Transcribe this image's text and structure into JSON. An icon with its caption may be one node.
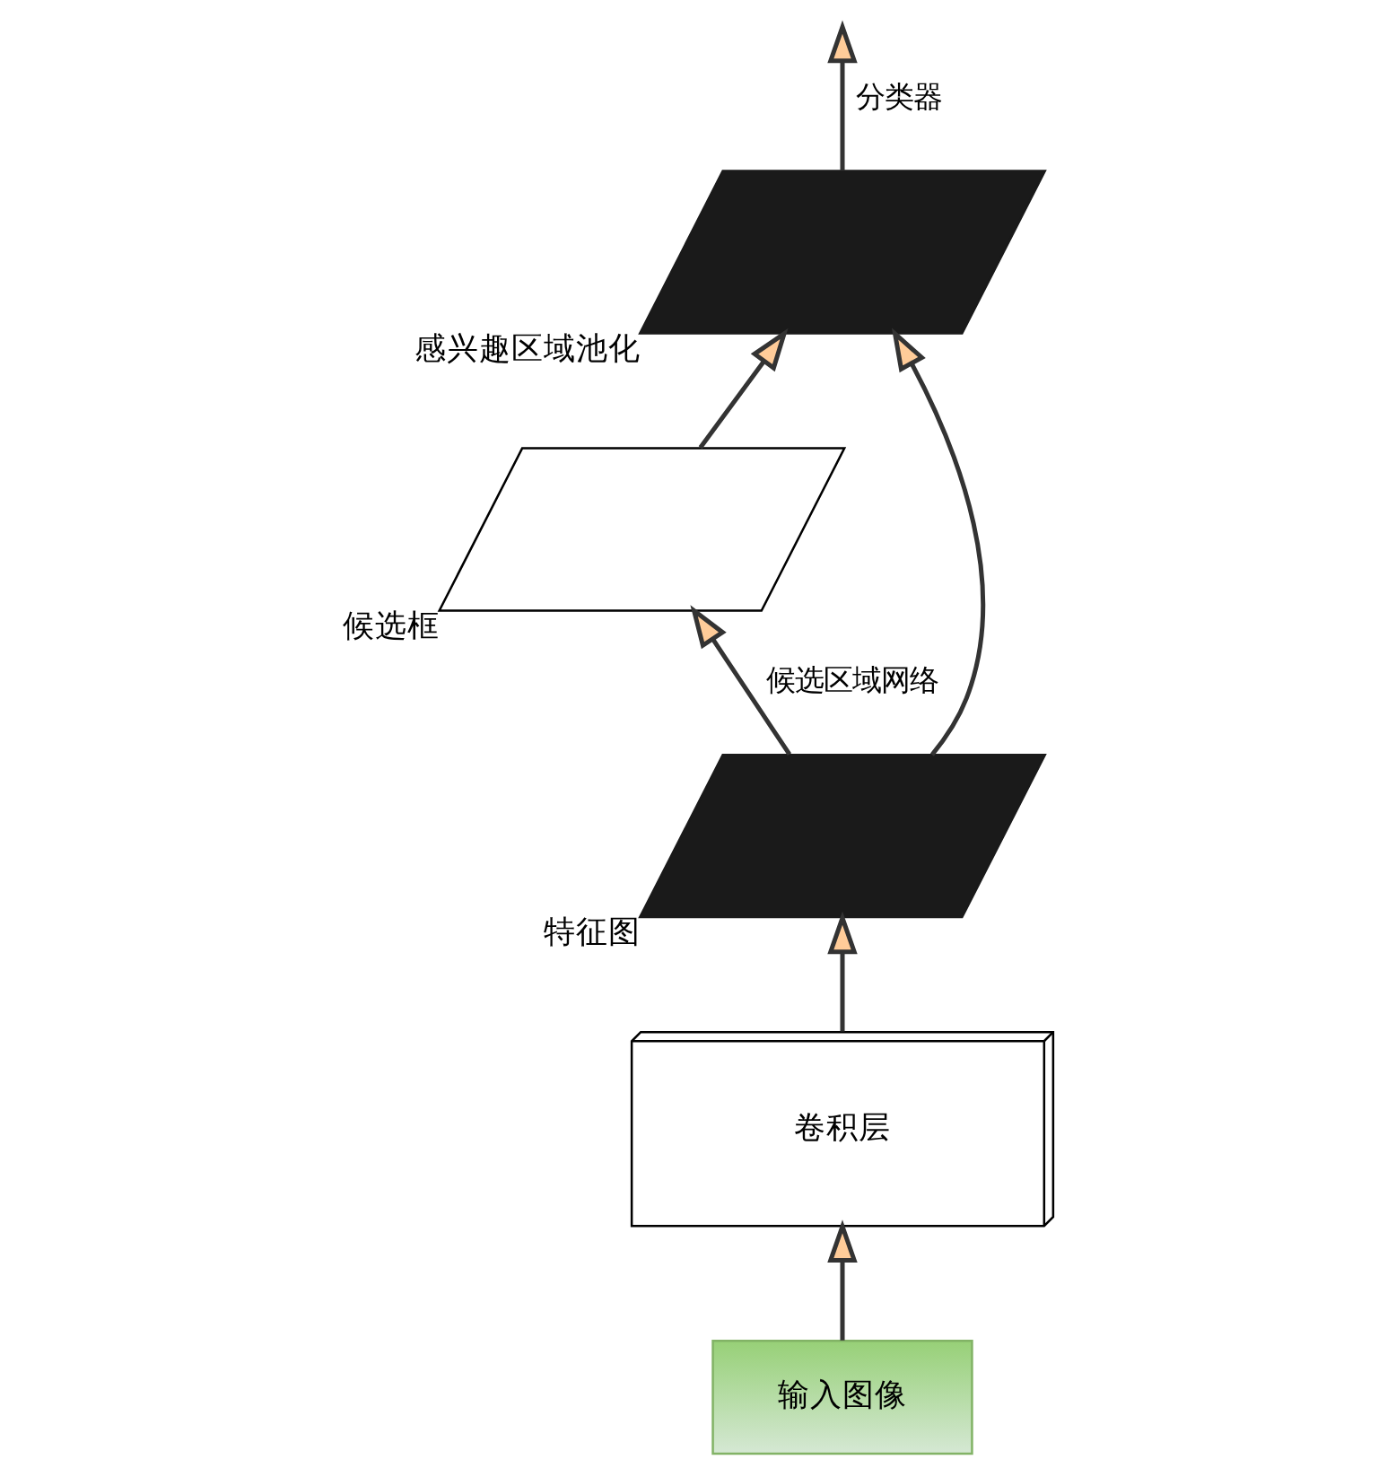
{
  "diagram": {
    "nodes": [
      {
        "text": [
          "输入图像"
        ]
      },
      {
        "text": [
          "卷积层"
        ]
      },
      {
        "text": [],
        "shape": "parallelogram",
        "beside": [
          "特征图"
        ]
      },
      {
        "text": [],
        "shape": "parallelogram",
        "beside": [
          "候选框"
        ]
      },
      {
        "text": [],
        "shape": "parallelogram",
        "beside": [
          "感兴趣区域池化"
        ]
      }
    ],
    "edges": [
      {
        "from": 0,
        "to": 1,
        "arrow": "to"
      },
      {
        "from": 1,
        "to": 2,
        "arrow": "to"
      },
      {
        "from": 2,
        "to": 3,
        "arrow": "to",
        "label": "候选区域网络"
      },
      {
        "from": 3,
        "to": 4,
        "arrow": "to"
      },
      {
        "from": 2,
        "to": 4,
        "arrow": "to"
      },
      {
        "from": 4,
        "to": null,
        "arrow": "to",
        "label": "分类器"
      }
    ]
  }
}
